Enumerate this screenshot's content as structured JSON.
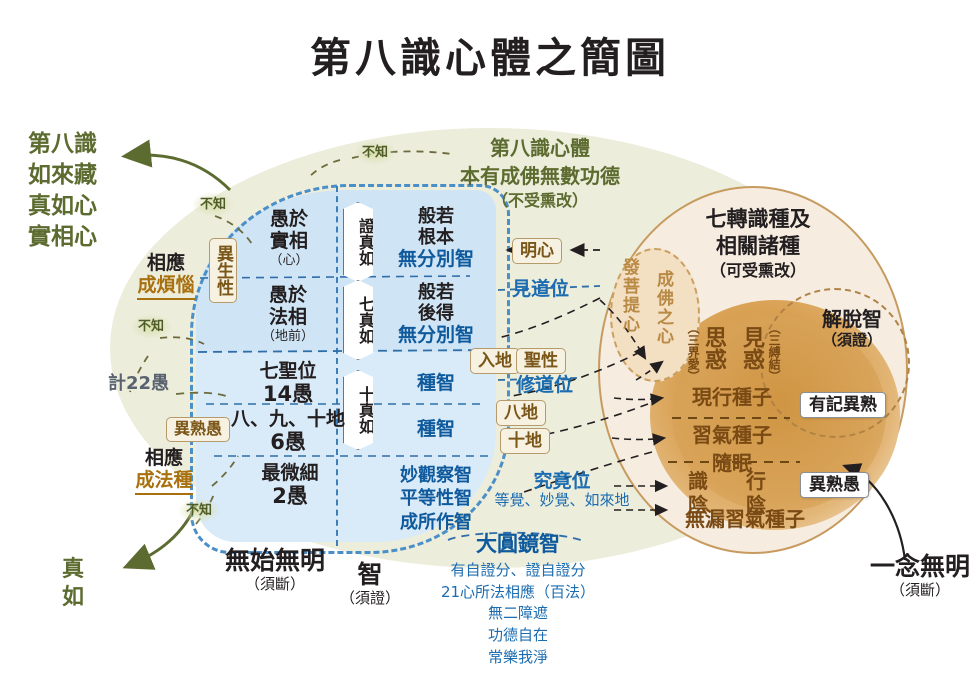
{
  "title": "第八識心體之簡圖",
  "left_labels": {
    "eighth_consciousness": "第八識\n如來藏\n真如心\n實相心",
    "line1": "第八識",
    "line2": "如來藏",
    "line3": "真如心",
    "line4": "實相心",
    "corresponds_1_top": "相應",
    "corresponds_1_bottom": "成煩惱",
    "corresponds_2_top": "相應",
    "corresponds_2_bottom": "成法種",
    "count_22": "計22愚",
    "yishuyu": "異熟愚",
    "zhenru_l1": "真",
    "zhenru_l2": "如"
  },
  "center_top": {
    "line1": "第八識心體",
    "line2": "本有成佛無數功德",
    "line3": "（不受熏改）"
  },
  "unknown_markers": [
    "不知",
    "不知",
    "不知",
    "不知"
  ],
  "blue_region": {
    "yishengxing": "異生性",
    "rows": [
      {
        "delusion": "愚於\n實相",
        "delusion_l1": "愚於",
        "delusion_l2": "實相",
        "delusion_sub": "（心）",
        "hex": "證真如",
        "wisdom_l1": "般若",
        "wisdom_l2": "根本",
        "wisdom_l3": "無分別智"
      },
      {
        "delusion_l1": "愚於",
        "delusion_l2": "法相",
        "delusion_sub": "（地前）",
        "hex": "七真如",
        "wisdom_l1": "般若",
        "wisdom_l2": "後得",
        "wisdom_l3": "無分別智"
      },
      {
        "delusion_l1": "七聖位",
        "delusion_l2": "14愚",
        "delusion_sub": "",
        "hex": "十真如",
        "wisdom_l1": "",
        "wisdom_l2": "",
        "wisdom_l3": "種智"
      },
      {
        "delusion_l1": "八、九、十地",
        "delusion_l2": "6愚",
        "delusion_sub": "",
        "hex": "",
        "wisdom_l1": "",
        "wisdom_l2": "",
        "wisdom_l3": "種智"
      },
      {
        "delusion_l1": "最微細",
        "delusion_l2": "2愚",
        "delusion_sub": "",
        "hex": "",
        "wisdom_l1": "妙觀察智",
        "wisdom_l2": "平等性智",
        "wisdom_l3": "成所作智"
      }
    ]
  },
  "stage_labels": {
    "mingxin": "明心",
    "jiandaowei": "見道位",
    "rudi": "入地",
    "shengxing": "聖性",
    "xiudaowei": "修道位",
    "badi": "八地",
    "shidi": "十地",
    "jiujingwei": "究竟位",
    "jiujing_sub": "等覺、妙覺、如來地"
  },
  "mirror_wisdom": {
    "title": "大圓鏡智",
    "lines": [
      "有自證分、證自證分",
      "21心所法相應（百法）",
      "無二障遮",
      "功德自在",
      "常樂我淨"
    ]
  },
  "brown_region": {
    "title_l1": "七轉識種及",
    "title_l2": "相關諸種",
    "title_l3": "（可受熏改）",
    "bodhi_v1": "發菩提心",
    "bodhi_v2": "成佛之心",
    "jianhuo_paren": "（三縛結）",
    "jianhuo": "見惑",
    "sihuo_paren": "（三界愛）",
    "sihuo": "思惑",
    "xianxing": "現行種子",
    "xiqi": "習氣種子",
    "suimian": "隨眠",
    "shiyin_1": "識",
    "shiyin_2": "陰",
    "xingyin_1": "行",
    "xingyin_2": "陰",
    "wulou": "無漏習氣種子",
    "jietuozhi": "解脫智",
    "jietuozhi_sub": "（須證）",
    "youji": "有記異熟",
    "yishuyu": "異熟愚"
  },
  "bottom_labels": {
    "wushi_wuming": "無始無明",
    "wushi_wuming_sub": "（須斷）",
    "zhi": "智",
    "zhi_sub": "（須證）",
    "yinian_wuming": "一念無明",
    "yinian_wuming_sub": "（須斷）"
  },
  "colors": {
    "green_bg": "#eceddb",
    "blue_upper": "#cfe4f5",
    "blue_lower": "#d9eaf8",
    "blue_line": "#4b8fc9",
    "brown_bg": "#f6ece0",
    "brown_core": "#d8a052",
    "gold_text": "#a8700e",
    "green_text": "#5c6b2f"
  }
}
